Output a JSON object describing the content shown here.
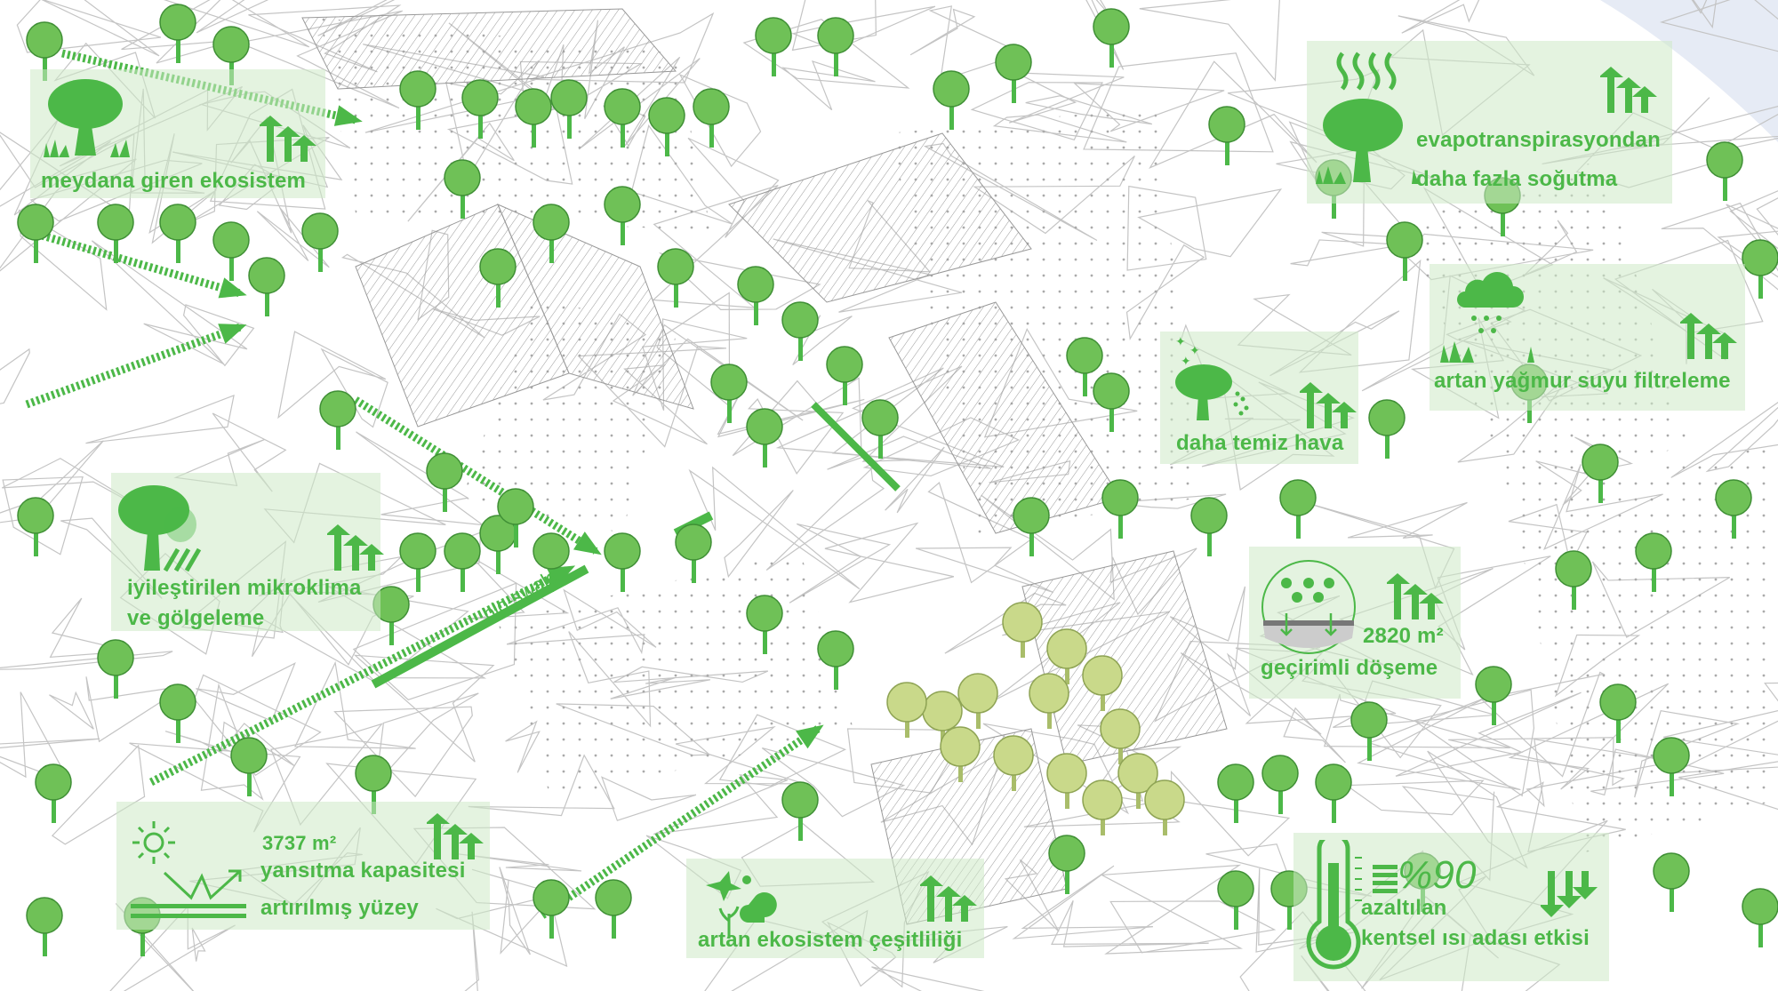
{
  "colors": {
    "accent": "#4cb848",
    "panel": "#d5ecd0",
    "light_tree": "#c9d98a",
    "line": "#bdbdbd",
    "water": "#e6ebf5"
  },
  "panels": {
    "ecosystem_entering": {
      "label": "meydana giren ekosistem",
      "trend": "up"
    },
    "evapotranspiration": {
      "line1": "evapotranspirasyondan",
      "line2": "daha fazla soğutma",
      "trend": "up"
    },
    "rainwater": {
      "label": "artan yağmur suyu filtreleme",
      "trend": "up"
    },
    "clean_air": {
      "label": "daha temiz hava",
      "trend": "up"
    },
    "permeable": {
      "value": "2820 m²",
      "label": "geçirimli döşeme",
      "trend": "up"
    },
    "heat_island": {
      "value": "%90",
      "line1": "azaltılan",
      "line2": "kentsel ısı adası etkisi",
      "trend": "down"
    },
    "microclimate": {
      "line1": "iyileştirilen mikroklima",
      "line2": "ve gölgeleme",
      "trend": "up"
    },
    "reflection": {
      "value": "3737 m²",
      "line1": "yansıtma kapasitesi",
      "line2": "artırılmış yüzey",
      "trend": "up"
    },
    "biodiversity": {
      "label": "artan ekosistem çeşitliliği",
      "trend": "up"
    }
  },
  "annotations": {
    "bio_swale": "bio-swale"
  }
}
